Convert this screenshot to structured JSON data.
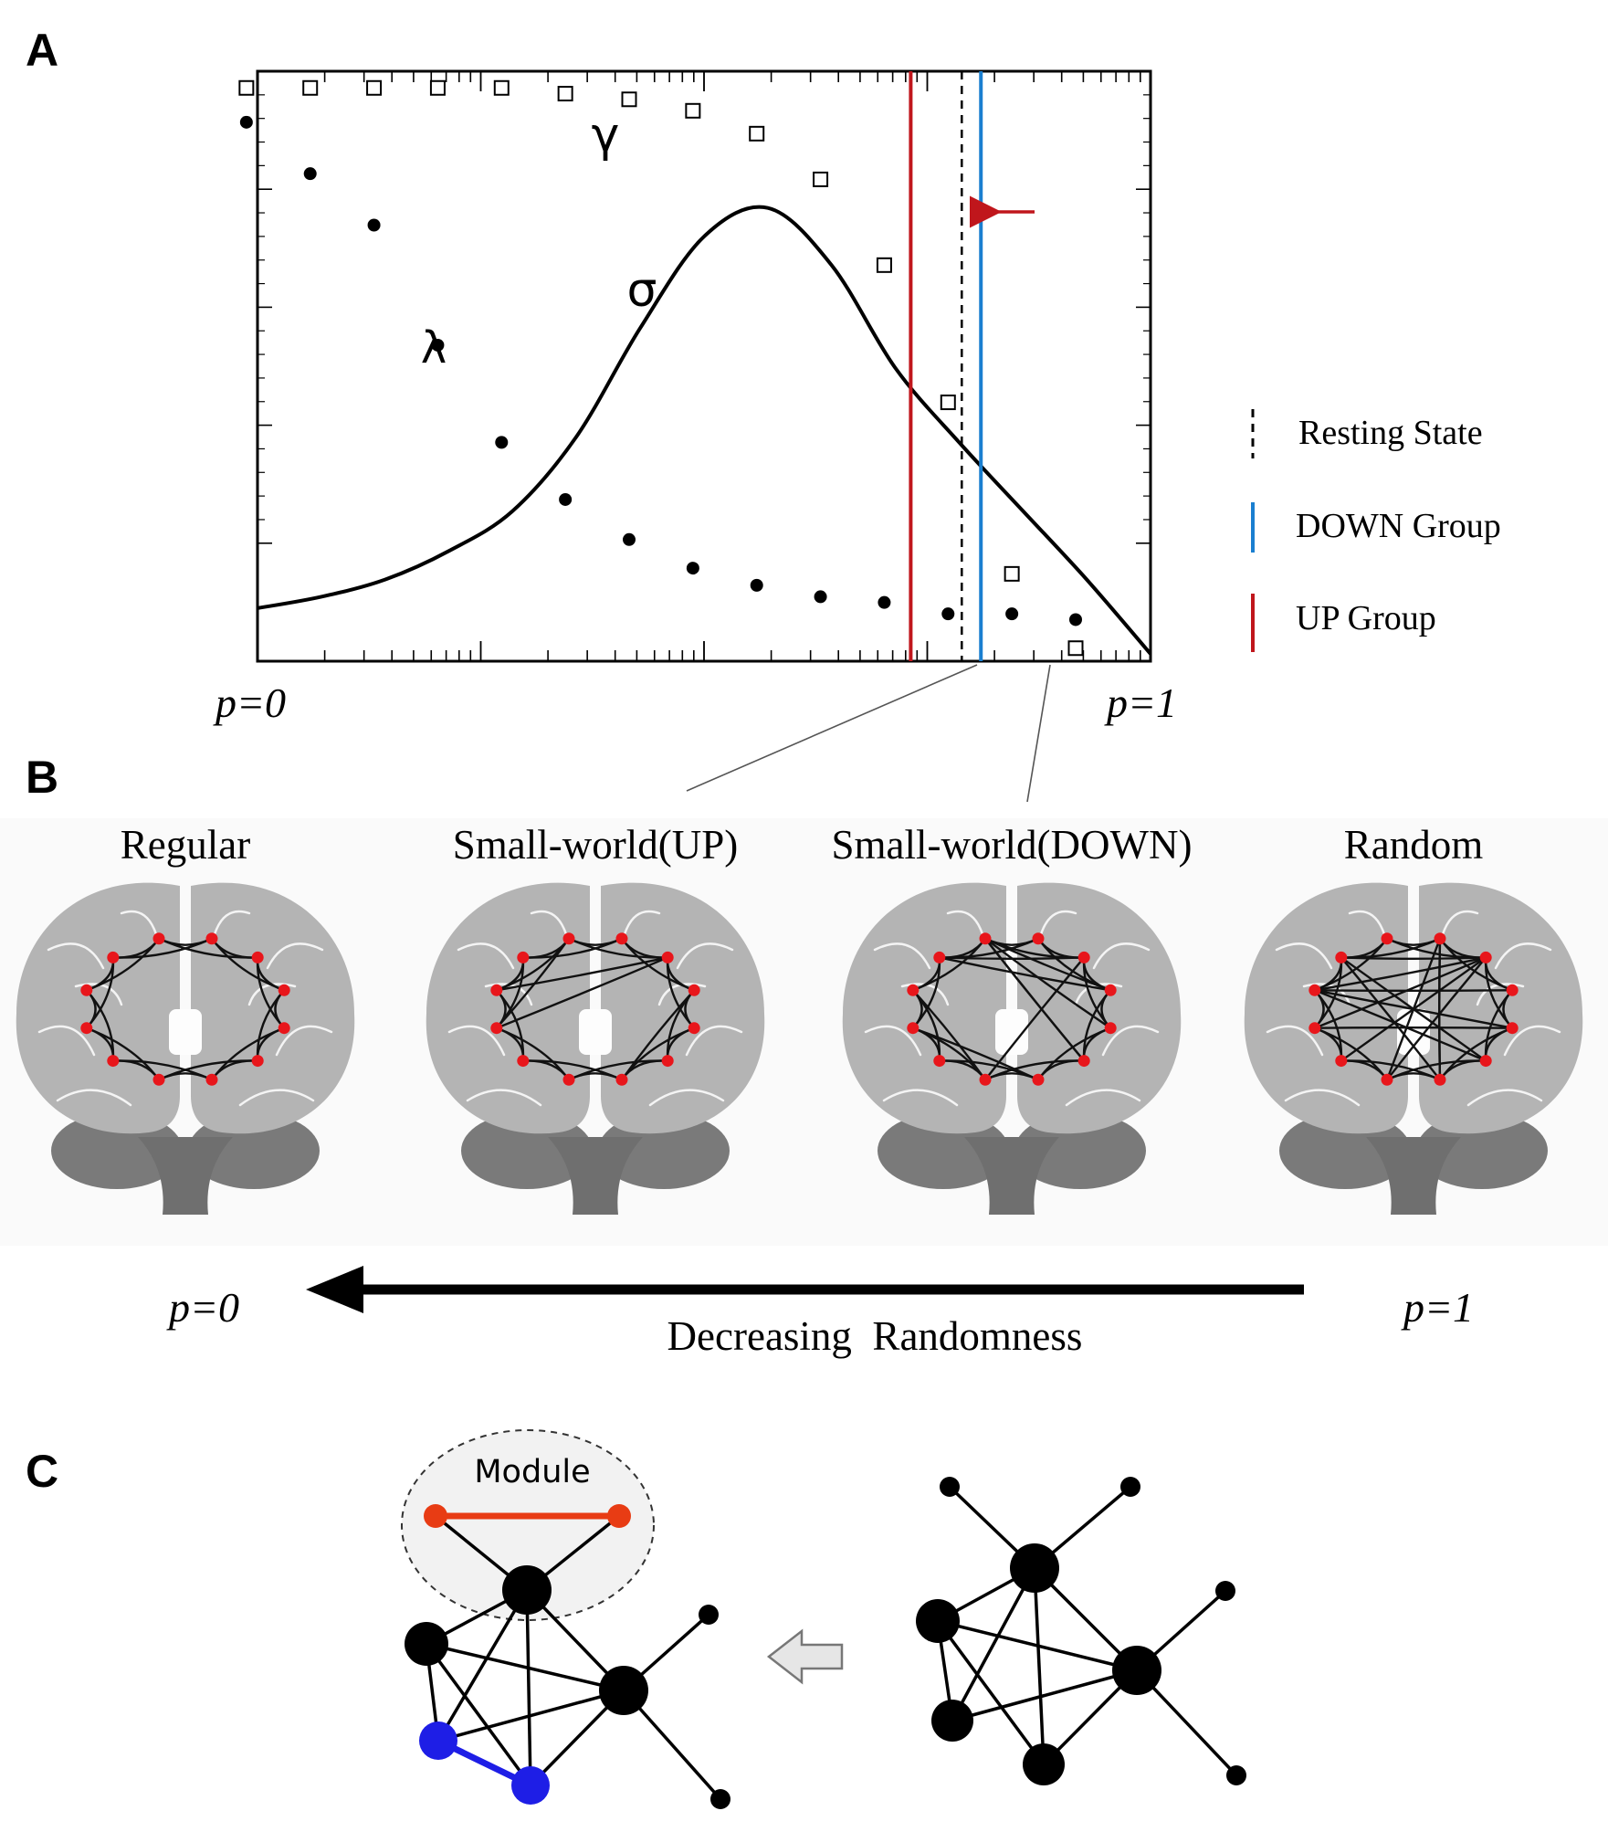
{
  "panel_a": {
    "letter": "A",
    "x_start": "p=0",
    "x_end": "p=1",
    "gamma_label": "γ",
    "lambda_label": "λ",
    "sigma_label": "σ",
    "legend": {
      "resting": "Resting State",
      "down": "DOWN Group",
      "up": "UP Group"
    },
    "colors": {
      "resting": "#000000",
      "down": "#1a7fd0",
      "up": "#c0161c"
    },
    "chart_data": {
      "type": "scatter",
      "title": "",
      "xlabel": "",
      "ylabel": "",
      "xscale": "log",
      "x_ticks_shown": [
        "p=0",
        "p=1"
      ],
      "series": [
        {
          "name": "γ",
          "marker": "open-square",
          "x": [
            1,
            2,
            3,
            4,
            5,
            6,
            7,
            8,
            9,
            10,
            11,
            12,
            13,
            14
          ],
          "y": [
            0.99,
            0.99,
            0.99,
            0.99,
            0.99,
            0.98,
            0.97,
            0.95,
            0.91,
            0.83,
            0.68,
            0.44,
            0.14,
            0.01
          ]
        },
        {
          "name": "λ",
          "marker": "filled-circle",
          "x": [
            1,
            2,
            3,
            4,
            5,
            6,
            7,
            8,
            9,
            10,
            11,
            12,
            13,
            14
          ],
          "y": [
            0.93,
            0.84,
            0.75,
            0.54,
            0.37,
            0.27,
            0.2,
            0.15,
            0.12,
            0.1,
            0.09,
            0.07,
            0.07,
            0.06
          ]
        },
        {
          "name": "σ",
          "marker": "line",
          "x": [
            0,
            1,
            2,
            3,
            4,
            5,
            6,
            7,
            8,
            9,
            10,
            11,
            12,
            13,
            14
          ],
          "y": [
            0.08,
            0.1,
            0.13,
            0.18,
            0.25,
            0.38,
            0.57,
            0.73,
            0.78,
            0.68,
            0.5,
            0.37,
            0.25,
            0.13,
            0.0
          ]
        }
      ],
      "vertical_lines": [
        {
          "name": "UP Group",
          "style": "solid",
          "color": "#c0161c",
          "x": 11.2
        },
        {
          "name": "Resting State",
          "style": "dashed",
          "color": "#000000",
          "x": 12.0
        },
        {
          "name": "DOWN Group",
          "style": "solid",
          "color": "#1a7fd0",
          "x": 12.3
        }
      ],
      "annotation": "arrow pointing from Resting State toward UP Group",
      "legend_position": "right"
    }
  },
  "panel_b": {
    "letter": "B",
    "brains": [
      {
        "label": "Regular",
        "connectivity": "ring lattice"
      },
      {
        "label": "Small-world(UP)",
        "connectivity": "lattice with few shortcuts"
      },
      {
        "label": "Small-world(DOWN)",
        "connectivity": "lattice with more shortcuts"
      },
      {
        "label": "Random",
        "connectivity": "random"
      }
    ],
    "arrow_left_label": "p=0",
    "arrow_right_label": "p=1",
    "arrow_caption": "Decreasing  Randomness",
    "colors": {
      "node": "#e8161b",
      "brain_light": "#b4b4b4",
      "brain_dark": "#7a7a7a",
      "brainstem": "#6f6f6f"
    }
  },
  "panel_c": {
    "letter": "C",
    "module_label": "Module",
    "colors": {
      "module_edge": "#e83c14",
      "blue_edge": "#1e1ee6",
      "arrow_fill": "#e6e6e6"
    }
  }
}
